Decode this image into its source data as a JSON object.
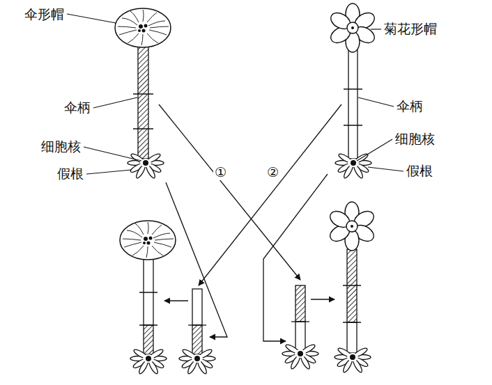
{
  "diagram": {
    "labels": [
      "伞形帽",
      "伞柄",
      "细胞核",
      "假根",
      "菊花形帽",
      "伞柄",
      "细胞核",
      "假根",
      "①",
      "②"
    ]
  }
}
